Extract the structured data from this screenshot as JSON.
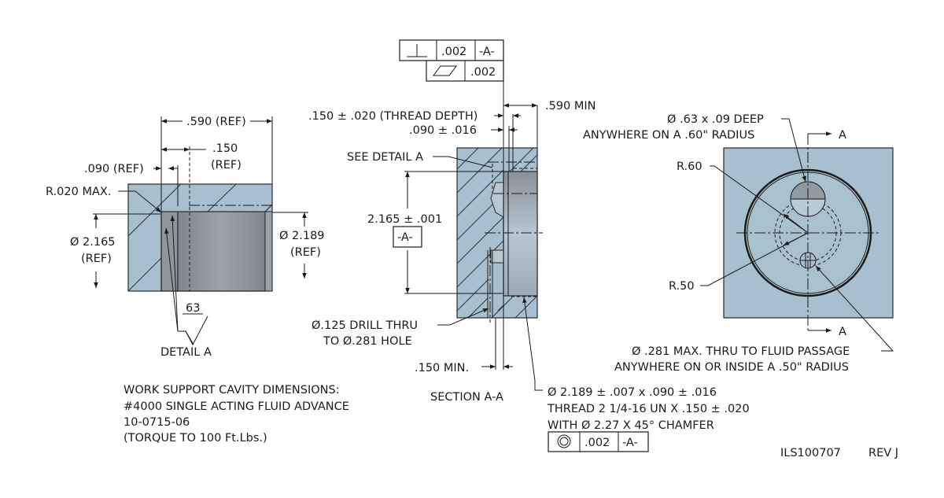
{
  "colors": {
    "part_fill": "#a7bfce",
    "bore_fill": "#8a9299",
    "line": "#1a1a1a"
  },
  "detail_a": {
    "title": "DETAIL A",
    "dim_590": ".590 (REF)",
    "dim_150": ".150",
    "dim_150_ref": "(REF)",
    "dim_090": ".090 (REF)",
    "radius_note": "R.020 MAX.",
    "dia_2165": "Ø 2.165",
    "dia_2165_ref": "(REF)",
    "dia_2189": "Ø 2.189",
    "dia_2189_ref": "(REF)",
    "surface_finish": "63"
  },
  "section_aa": {
    "title": "SECTION  A-A",
    "fcf_perpendicularity": {
      "symbol": "perpendicularity",
      "tolerance": ".002",
      "datum": "-A-"
    },
    "fcf_flatness": {
      "symbol": "flatness",
      "tolerance": ".002"
    },
    "dim_590_min": ".590 MIN",
    "thread_depth": ".150 ± .020 (THREAD DEPTH)",
    "dim_090": ".090 ± .016",
    "see_detail": "SEE DETAIL A",
    "dim_2165": "2.165 ± .001",
    "datum_a": "-A-",
    "drill_note_1": "Ø.125 DRILL THRU",
    "drill_note_2": "TO Ø.281 HOLE",
    "dim_150_min": ".150 MIN.",
    "thread_note_1": "Ø 2.189 ± .007 x .090 ± .016",
    "thread_note_2": "THREAD 2 1/4-16 UN X .150 ± .020",
    "thread_note_3": "WITH Ø 2.27 X 45° CHAMFER",
    "fcf_concentricity": {
      "symbol": "concentricity",
      "tolerance": ".002",
      "datum": "-A-"
    }
  },
  "front_view": {
    "pocket_note_1": "Ø .63 x .09 DEEP",
    "pocket_note_2": "ANYWHERE ON A .60\" RADIUS",
    "r60": "R.60",
    "r50": "R.50",
    "section_label_top": "A",
    "section_label_bottom": "A",
    "passage_note_1": "Ø .281 MAX. THRU TO FLUID PASSAGE",
    "passage_note_2": "ANYWHERE ON OR INSIDE A .50\" RADIUS"
  },
  "notes": {
    "line_1": "WORK SUPPORT CAVITY DIMENSIONS:",
    "line_2": "#4000 SINGLE ACTING FLUID ADVANCE",
    "line_3": "10-0715-06",
    "line_4": "(TORQUE TO 100 Ft.Lbs.)"
  },
  "title_block": {
    "drawing_number": "ILS100707",
    "revision": "REV J"
  }
}
